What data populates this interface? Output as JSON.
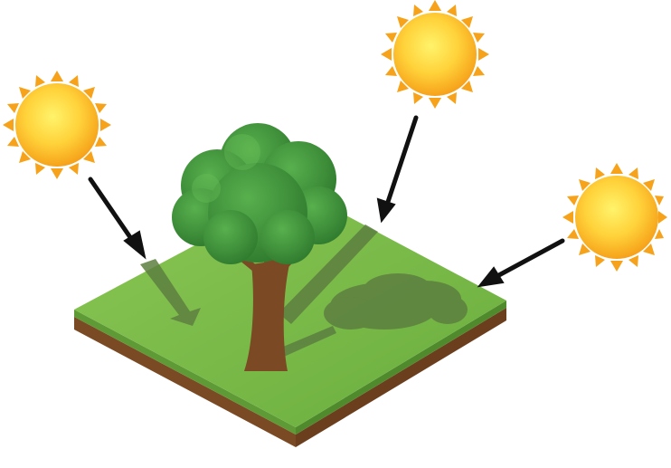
{
  "scene": {
    "subject": "tree-shadow-sun-positions",
    "suns": [
      {
        "name": "sun-left",
        "icon": "sun-icon"
      },
      {
        "name": "sun-top",
        "icon": "sun-icon"
      },
      {
        "name": "sun-right",
        "icon": "sun-icon"
      }
    ],
    "colors": {
      "background": "#ffffff",
      "sun_core": "#ffcf33",
      "sun_rays": "#f6a21a",
      "grass_top": "#78b84a",
      "grass_edge": "#5e9a35",
      "soil": "#7a4a24",
      "shadow": "#5d7f40",
      "trunk": "#7b4a24",
      "foliage": "#3f8f3a",
      "arrow": "#111111"
    }
  }
}
